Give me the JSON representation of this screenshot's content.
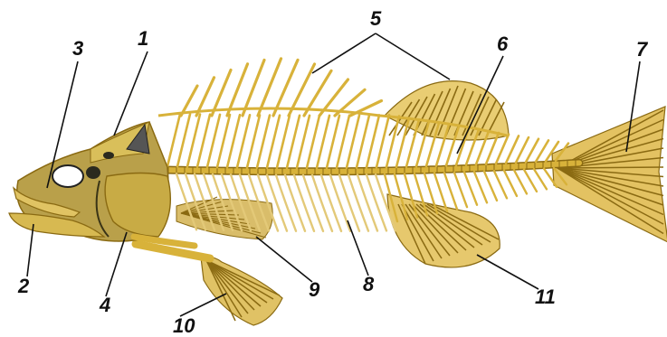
{
  "labels": {
    "l1": "1",
    "l2": "2",
    "l3": "3",
    "l4": "4",
    "l5": "5",
    "l6": "6",
    "l7": "7",
    "l8": "8",
    "l9": "9",
    "l10": "10",
    "l11": "11"
  },
  "colors": {
    "bone": "#d8b23a",
    "bone_dark": "#8a6a12",
    "bone_light": "#ecd27a",
    "skull": "#b9a04a",
    "leader": "#111111"
  }
}
